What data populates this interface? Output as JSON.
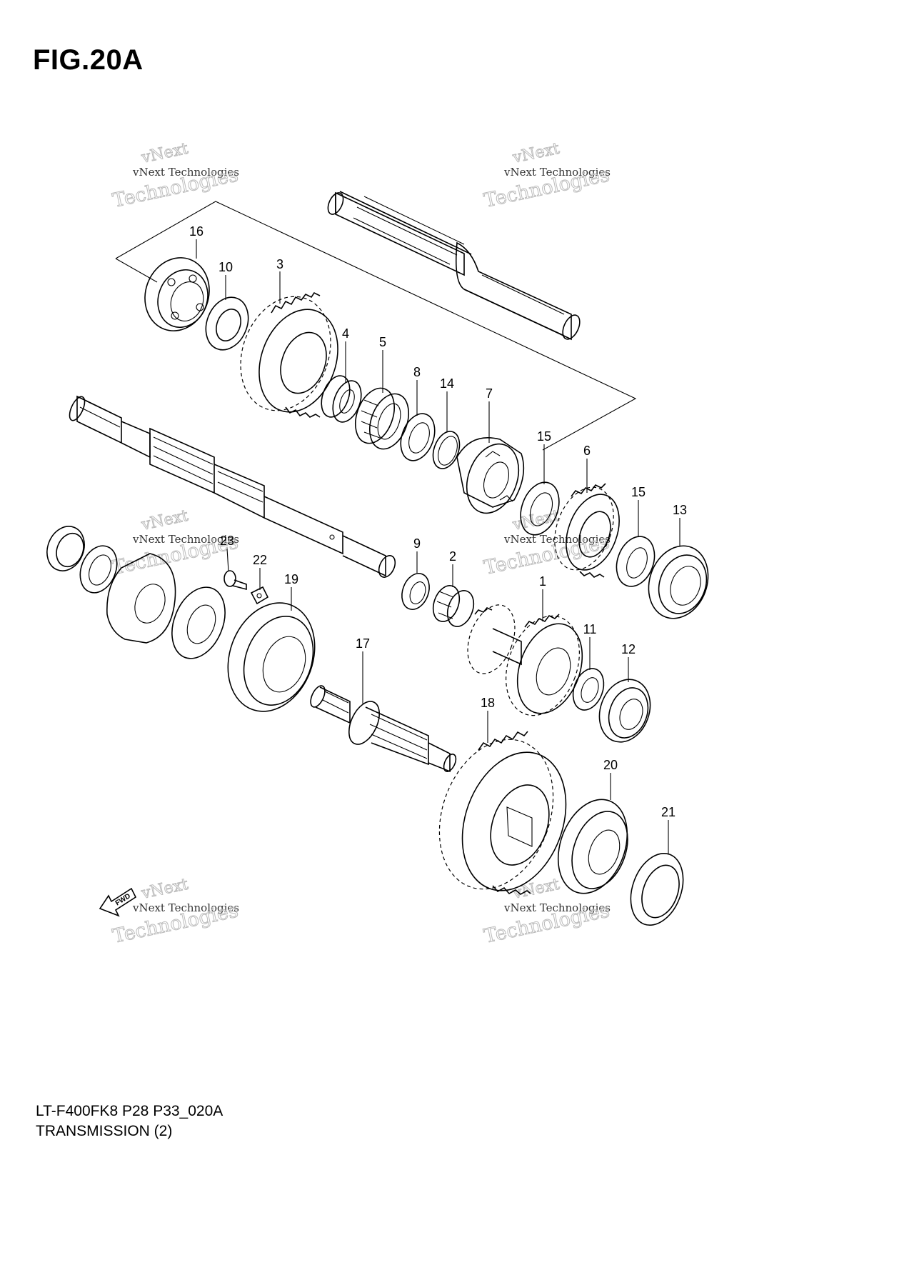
{
  "figure": {
    "title": "FIG.20A",
    "code": "LT-F400FK8 P28 P33_020A",
    "name": "TRANSMISSION (2)"
  },
  "parts": [
    {
      "id": "label-16",
      "text": "16"
    },
    {
      "id": "label-10",
      "text": "10"
    },
    {
      "id": "label-3",
      "text": "3"
    },
    {
      "id": "label-4",
      "text": "4"
    },
    {
      "id": "label-5",
      "text": "5"
    },
    {
      "id": "label-8",
      "text": "8"
    },
    {
      "id": "label-14",
      "text": "14"
    },
    {
      "id": "label-7",
      "text": "7"
    },
    {
      "id": "label-15a",
      "text": "15"
    },
    {
      "id": "label-6",
      "text": "6"
    },
    {
      "id": "label-15b",
      "text": "15"
    },
    {
      "id": "label-13",
      "text": "13"
    },
    {
      "id": "label-23",
      "text": "23"
    },
    {
      "id": "label-22",
      "text": "22"
    },
    {
      "id": "label-19",
      "text": "19"
    },
    {
      "id": "label-9",
      "text": "9"
    },
    {
      "id": "label-2",
      "text": "2"
    },
    {
      "id": "label-1",
      "text": "1"
    },
    {
      "id": "label-11",
      "text": "11"
    },
    {
      "id": "label-12",
      "text": "12"
    },
    {
      "id": "label-17",
      "text": "17"
    },
    {
      "id": "label-18",
      "text": "18"
    },
    {
      "id": "label-20",
      "text": "20"
    },
    {
      "id": "label-21",
      "text": "21"
    }
  ],
  "watermark": {
    "line1": "vNext",
    "line2": "vNext Technologies",
    "line3": "Technologies"
  },
  "fwd_arrow": {
    "text": "FWD"
  }
}
